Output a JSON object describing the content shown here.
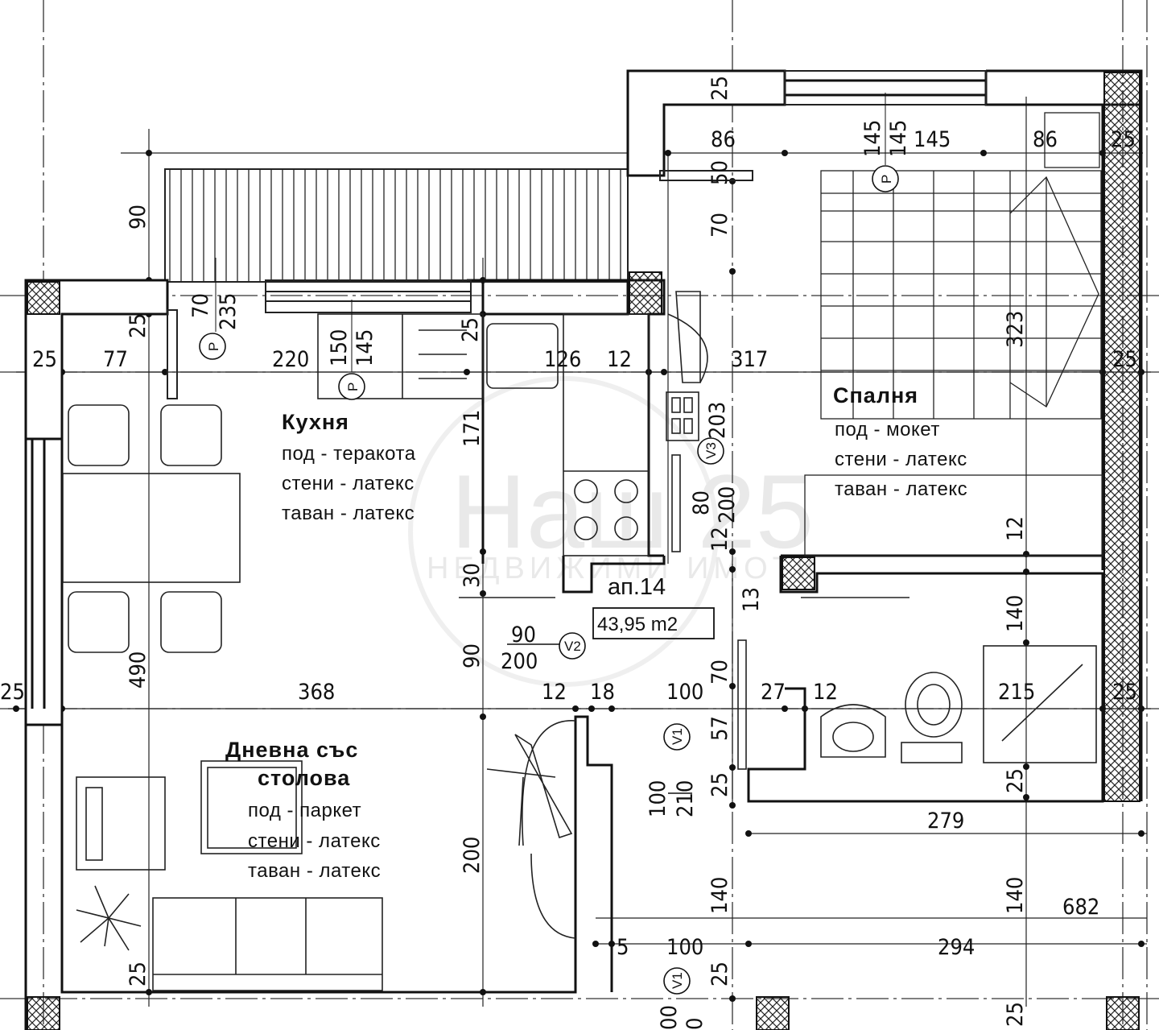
{
  "apartment": {
    "label": "ап.14",
    "area": "43,95 m2"
  },
  "rooms": {
    "kitchen": {
      "title": "Кухня",
      "floor": "под - теракота",
      "walls": "стени - латекс",
      "ceiling": "таван - латекс"
    },
    "living": {
      "title1": "Дневна със",
      "title2": "столова",
      "floor": "под - паркет",
      "walls": "стени - латекс",
      "ceiling": "таван - латекс"
    },
    "bedroom": {
      "title": "Спалня",
      "floor": "под - мокет",
      "walls": "стени - латекс",
      "ceiling": "таван - латекс"
    }
  },
  "doors": {
    "v1": {
      "tag": "V1",
      "width": "100",
      "height": "210"
    },
    "v1_lower": {
      "tag": "V1",
      "width": "00",
      "height": "0"
    },
    "v2": {
      "tag": "V2",
      "width": "90",
      "height": "200"
    },
    "v3": {
      "tag": "V3",
      "width": "80",
      "height": "200",
      "sill": "203"
    }
  },
  "windows": {
    "kitchen_main": {
      "tag": "P",
      "width": "150",
      "height": "145"
    },
    "kitchen_side": {
      "tag": "P",
      "width": "70",
      "height": "235"
    },
    "bedroom": {
      "tag": "P",
      "width": "145",
      "height": "145"
    }
  },
  "dimensions": {
    "top": [
      "25",
      "86",
      "50",
      "70",
      "145",
      "86",
      "25"
    ],
    "kitchen_row": [
      "25",
      "77",
      "220",
      "25",
      "126",
      "12",
      "317",
      "25"
    ],
    "left": [
      "90",
      "25",
      "490",
      "25"
    ],
    "middle": [
      "171",
      "30",
      "90",
      "200"
    ],
    "living_row": [
      "25",
      "368",
      "12",
      "18",
      "100",
      "27",
      "12",
      "215",
      "25"
    ],
    "corridor": [
      "12",
      "13",
      "70",
      "57",
      "25"
    ],
    "bedroom": [
      "323",
      "12",
      "140",
      "25"
    ],
    "bottom": [
      "279",
      "140",
      "140",
      "682",
      "5",
      "100",
      "294",
      "25",
      "25"
    ]
  },
  "watermark": {
    "brand": "Наш 25",
    "sub": "НЕДВИЖИМИ ИМОТИ"
  }
}
